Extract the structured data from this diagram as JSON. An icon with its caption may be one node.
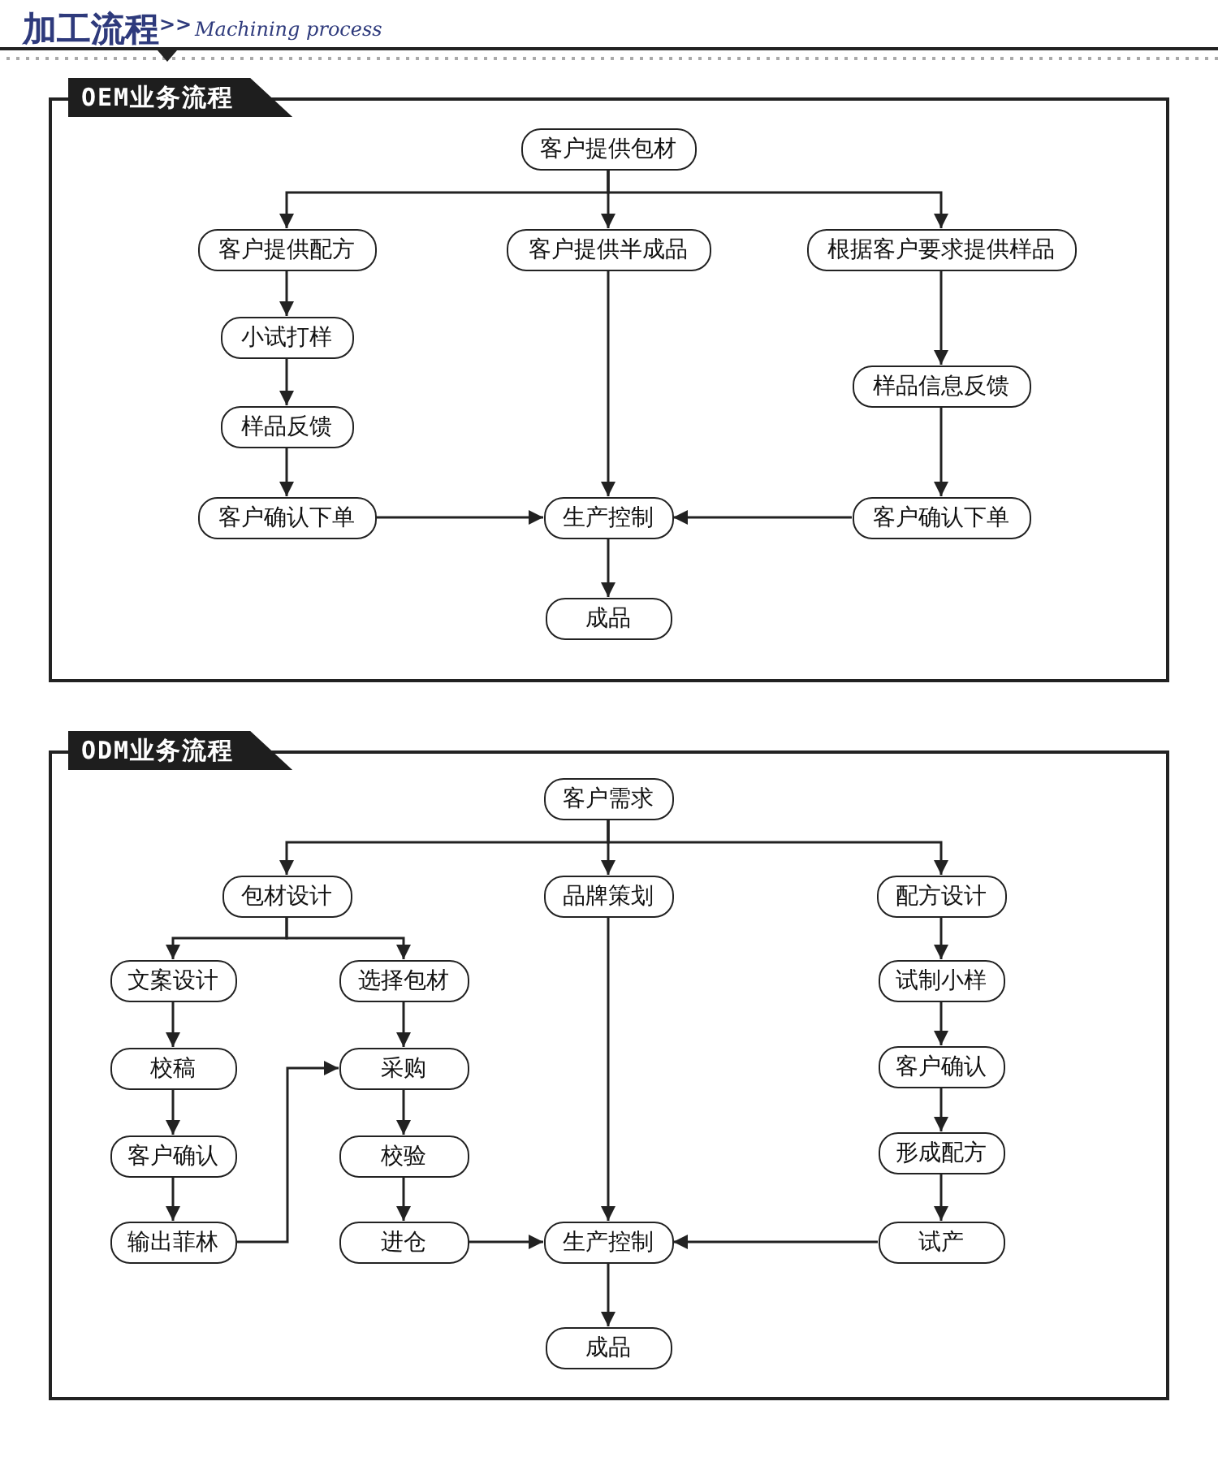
{
  "diagram": {
    "title": "加工流程",
    "nodes": [
      {
        "text": [
          "OEM业务流程"
        ]
      },
      {
        "text": [
          "客户提供包材"
        ],
        "in": 0
      },
      {
        "text": [
          "客户提供配方"
        ],
        "in": 0
      },
      {
        "text": [
          "客户提供半成品"
        ],
        "in": 0
      },
      {
        "text": [
          "根据客户要求提供样品"
        ],
        "in": 0
      },
      {
        "text": [
          "小试打样"
        ],
        "in": 0
      },
      {
        "text": [
          "样品信息反馈"
        ],
        "in": 0
      },
      {
        "text": [
          "样品反馈"
        ],
        "in": 0
      },
      {
        "text": [
          "客户确认下单"
        ],
        "in": 0
      },
      {
        "text": [
          "生产控制"
        ],
        "in": 0
      },
      {
        "text": [
          "客户确认下单"
        ],
        "in": 0
      },
      {
        "text": [
          "成品"
        ],
        "in": 0
      },
      {
        "text": [
          "ODM业务流程"
        ]
      },
      {
        "text": [
          "客户需求"
        ],
        "in": 12
      },
      {
        "text": [
          "包材设计"
        ],
        "in": 12
      },
      {
        "text": [
          "品牌策划"
        ],
        "in": 12
      },
      {
        "text": [
          "配方设计"
        ],
        "in": 12
      },
      {
        "text": [
          "文案设计"
        ],
        "in": 12
      },
      {
        "text": [
          "选择包材"
        ],
        "in": 12
      },
      {
        "text": [
          "试制小样"
        ],
        "in": 12
      },
      {
        "text": [
          "校稿"
        ],
        "in": 12
      },
      {
        "text": [
          "采购"
        ],
        "in": 12
      },
      {
        "text": [
          "客户确认"
        ],
        "in": 12
      },
      {
        "text": [
          "客户确认"
        ],
        "in": 12
      },
      {
        "text": [
          "校验"
        ],
        "in": 12
      },
      {
        "text": [
          "形成配方"
        ],
        "in": 12
      },
      {
        "text": [
          "输出菲林"
        ],
        "in": 12
      },
      {
        "text": [
          "进仓"
        ],
        "in": 12
      },
      {
        "text": [
          "生产控制"
        ],
        "in": 12
      },
      {
        "text": [
          "试产"
        ],
        "in": 12
      },
      {
        "text": [
          "成品"
        ],
        "in": 12
      }
    ],
    "edges": [
      {
        "from": 1,
        "to": 2,
        "arrow": "to"
      },
      {
        "from": 1,
        "to": 3,
        "arrow": "to"
      },
      {
        "from": 1,
        "to": 4,
        "arrow": "to"
      },
      {
        "from": 2,
        "to": 5,
        "arrow": "to"
      },
      {
        "from": 5,
        "to": 7,
        "arrow": "to"
      },
      {
        "from": 7,
        "to": 8,
        "arrow": "to"
      },
      {
        "from": 8,
        "to": 9,
        "arrow": "to"
      },
      {
        "from": 3,
        "to": 9,
        "arrow": "to"
      },
      {
        "from": 4,
        "to": 6,
        "arrow": "to"
      },
      {
        "from": 6,
        "to": 10,
        "arrow": "to"
      },
      {
        "from": 10,
        "to": 9,
        "arrow": "to"
      },
      {
        "from": 9,
        "to": 11,
        "arrow": "to"
      },
      {
        "from": 13,
        "to": 14,
        "arrow": "to"
      },
      {
        "from": 13,
        "to": 15,
        "arrow": "to"
      },
      {
        "from": 13,
        "to": 16,
        "arrow": "to"
      },
      {
        "from": 14,
        "to": 17,
        "arrow": "to"
      },
      {
        "from": 14,
        "to": 18,
        "arrow": "to"
      },
      {
        "from": 17,
        "to": 20,
        "arrow": "to"
      },
      {
        "from": 20,
        "to": 23,
        "arrow": "to"
      },
      {
        "from": 23,
        "to": 26,
        "arrow": "to"
      },
      {
        "from": 26,
        "to": 21,
        "arrow": "to"
      },
      {
        "from": 18,
        "to": 21,
        "arrow": "to"
      },
      {
        "from": 21,
        "to": 24,
        "arrow": "to"
      },
      {
        "from": 24,
        "to": 27,
        "arrow": "to"
      },
      {
        "from": 27,
        "to": 28,
        "arrow": "to"
      },
      {
        "from": 15,
        "to": 28,
        "arrow": "to"
      },
      {
        "from": 16,
        "to": 19,
        "arrow": "to"
      },
      {
        "from": 19,
        "to": 22,
        "arrow": "to"
      },
      {
        "from": 22,
        "to": 25,
        "arrow": "to"
      },
      {
        "from": 25,
        "to": 29,
        "arrow": "to"
      },
      {
        "from": 29,
        "to": 28,
        "arrow": "to"
      },
      {
        "from": 28,
        "to": 30,
        "arrow": "to"
      }
    ],
    "labels": [
      ">>",
      "Machining process"
    ]
  }
}
